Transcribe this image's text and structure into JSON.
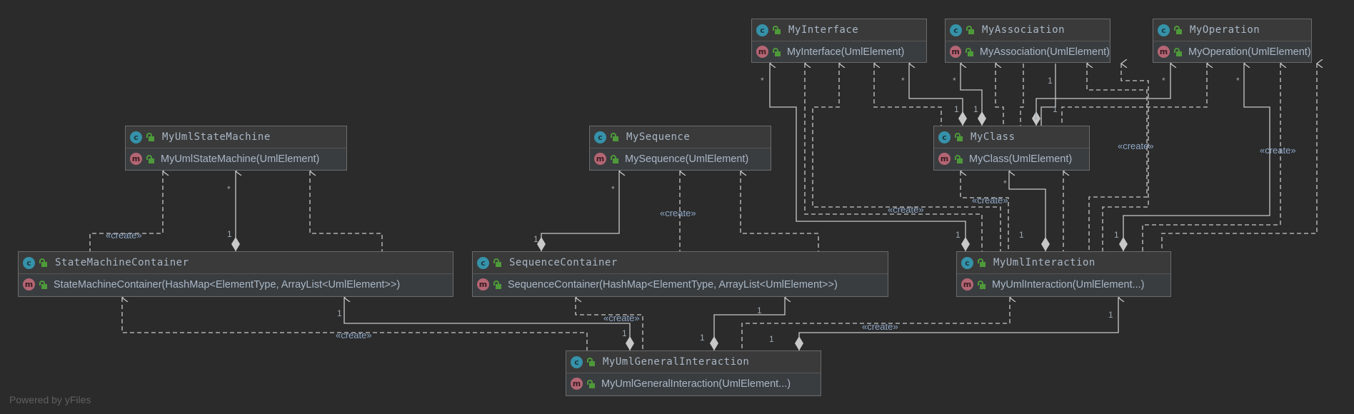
{
  "diagram": {
    "type": "uml-class-diagram",
    "footer": "Powered by yFiles",
    "create_label": "«create»",
    "classes": {
      "MyInterface": {
        "name": "MyInterface",
        "ctor": "MyInterface(UmlElement)"
      },
      "MyAssociation": {
        "name": "MyAssociation",
        "ctor": "MyAssociation(UmlElement)"
      },
      "MyOperation": {
        "name": "MyOperation",
        "ctor": "MyOperation(UmlElement)"
      },
      "MyUmlStateMachine": {
        "name": "MyUmlStateMachine",
        "ctor": "MyUmlStateMachine(UmlElement)"
      },
      "MySequence": {
        "name": "MySequence",
        "ctor": "MySequence(UmlElement)"
      },
      "MyClass": {
        "name": "MyClass",
        "ctor": "MyClass(UmlElement)"
      },
      "StateMachineContainer": {
        "name": "StateMachineContainer",
        "ctor": "StateMachineContainer(HashMap<ElementType, ArrayList<UmlElement>>)"
      },
      "SequenceContainer": {
        "name": "SequenceContainer",
        "ctor": "SequenceContainer(HashMap<ElementType, ArrayList<UmlElement>>)"
      },
      "MyUmlInteraction": {
        "name": "MyUmlInteraction",
        "ctor": "MyUmlInteraction(UmlElement...)"
      },
      "MyUmlGeneralInteraction": {
        "name": "MyUmlGeneralInteraction",
        "ctor": "MyUmlGeneralInteraction(UmlElement...)"
      }
    },
    "badges": {
      "class": "c",
      "method": "m"
    },
    "multiplicities": {
      "many": "*",
      "one": "1"
    },
    "colors": {
      "background": "#2b2b2b",
      "node_fill": "#3c3f41",
      "edge": "#c8c8c8",
      "class_badge": "#3592a9",
      "method_badge": "#b46573",
      "visibility_lock": "#4e9a3a",
      "label": "#8fa8c8"
    }
  }
}
